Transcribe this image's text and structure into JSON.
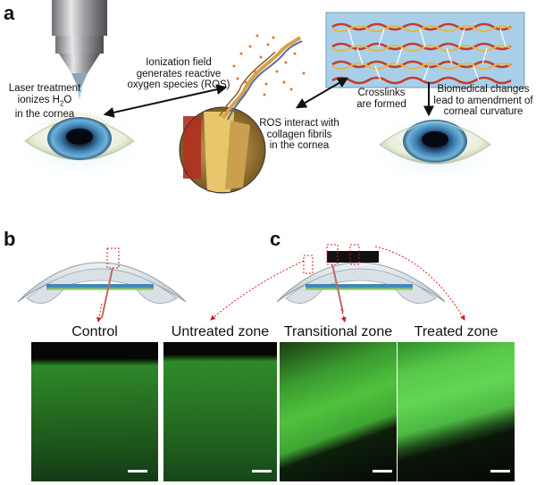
{
  "panels": {
    "a": {
      "letter": "a"
    },
    "b": {
      "letter": "b"
    },
    "c": {
      "letter": "c"
    }
  },
  "panel_a": {
    "label_laser": [
      "Laser treatment",
      "ionizes H",
      "2",
      "O",
      "in the cornea"
    ],
    "label_ionization": [
      "Ionization field",
      "generates reactive",
      "oxygen species (ROS)"
    ],
    "label_ros": [
      "ROS interact with",
      "collagen fibrils",
      "in the cornea"
    ],
    "label_crosslinks": [
      "Crosslinks",
      "are formed"
    ],
    "label_biomedical": [
      "Biomedical changes",
      "lead to amendment of",
      "corneal curvature"
    ]
  },
  "panel_b": {
    "zones": [
      "Control"
    ]
  },
  "panel_c": {
    "zones": [
      "Untreated zone",
      "Transitional zone",
      "Treated zone"
    ]
  },
  "colors": {
    "micro_green": "#2f9a2a",
    "arrow_red": "#d62020"
  }
}
